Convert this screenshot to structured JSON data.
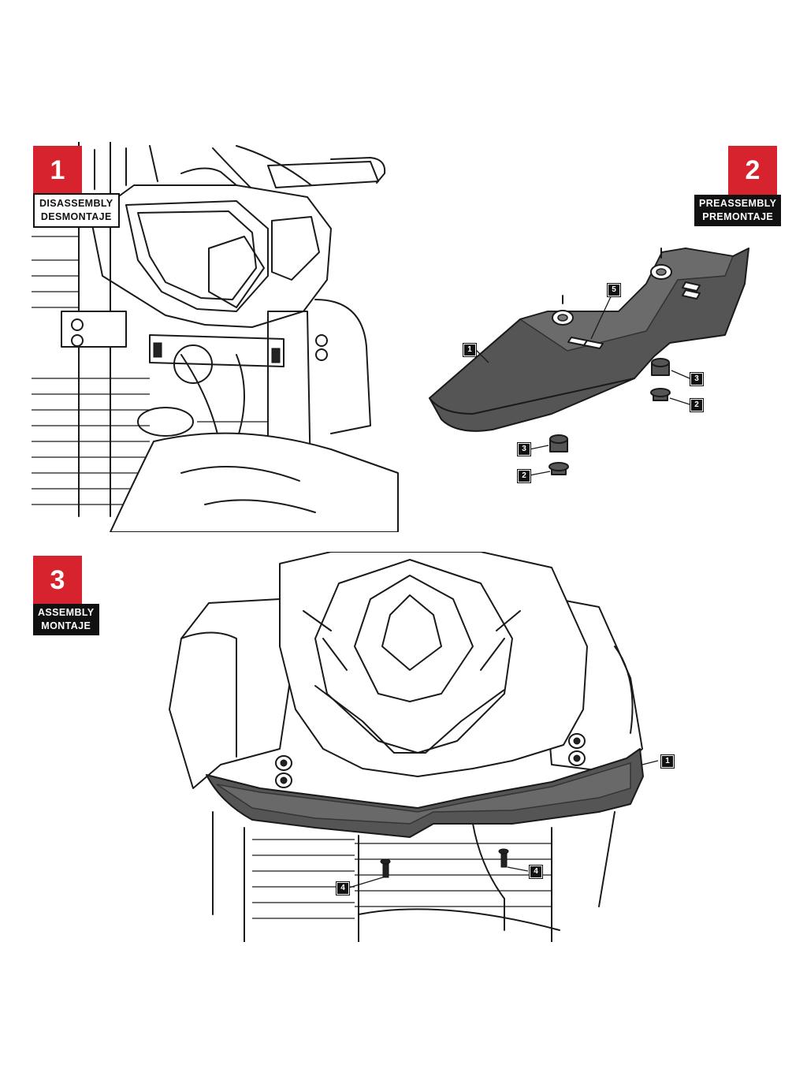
{
  "colors": {
    "step_badge": "#d7232d",
    "part_fill": "#555555",
    "line": "#1a1a1a"
  },
  "steps": [
    {
      "number": "1",
      "label_line1": "DISASSEMBLY",
      "label_line2": "DESMONTAJE"
    },
    {
      "number": "2",
      "label_line1": "PREASSEMBLY",
      "label_line2": "PREMONTAJE"
    },
    {
      "number": "3",
      "label_line1": "ASSEMBLY",
      "label_line2": "MONTAJE"
    }
  ],
  "callouts": {
    "step2": [
      "1",
      "5",
      "3",
      "2",
      "3",
      "2"
    ],
    "step3": [
      "1",
      "4",
      "4"
    ]
  }
}
